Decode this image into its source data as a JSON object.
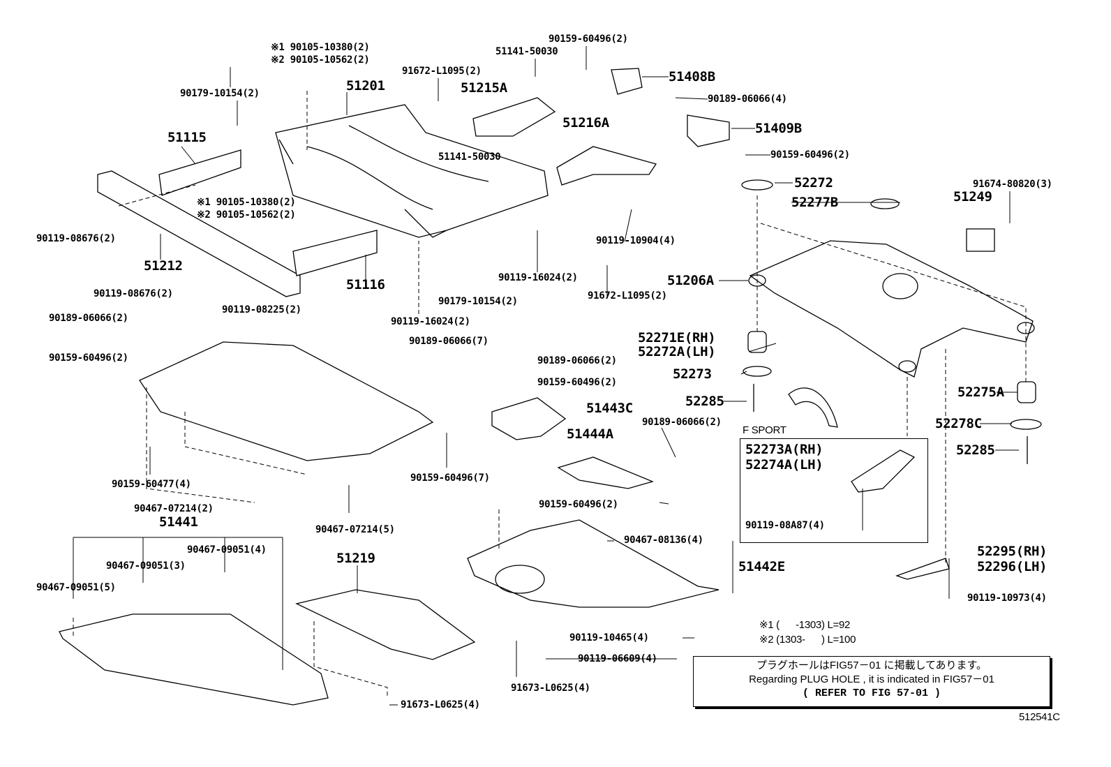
{
  "diagram_id": "512541C",
  "labels": [
    "※1 90105-10380(2)",
    "※2 90105-10562(2)",
    "51141-50030",
    "90159-60496(2)",
    "91672-L1095(2)",
    "51201",
    "51215A",
    "51408B",
    "90179-10154(2)",
    "90189-06066(4)",
    "51115",
    "51216A",
    "51409B",
    "51141-50030",
    "90159-60496(2)",
    "52272",
    "91674-80820(3)",
    "52277B",
    "51249",
    "※1 90105-10380(2)",
    "※2 90105-10562(2)",
    "90119-08676(2)",
    "90119-10904(4)",
    "51212",
    "51206A",
    "90119-16024(2)",
    "51116",
    "90119-08676(2)",
    "91672-L1095(2)",
    "90119-08225(2)",
    "90179-10154(2)",
    "90189-06066(2)",
    "90119-16024(2)",
    "52271E(RH)",
    "52272A(LH)",
    "90159-60496(2)",
    "90189-06066(7)",
    "90189-06066(2)",
    "52273",
    "90159-60496(2)",
    "51443C",
    "52275A",
    "52285",
    "F SPORT",
    "90189-06066(2)",
    "52278C",
    "51444A",
    "52273A(RH)",
    "52274A(LH)",
    "52285",
    "90159-60477(4)",
    "90159-60496(7)",
    "90467-07214(2)",
    "90159-60496(2)",
    "51441",
    "90467-07214(5)",
    "90119-08A87(4)",
    "90467-08136(4)",
    "90467-09051(4)",
    "52295(RH)",
    "51219",
    "90467-09051(3)",
    "51442E",
    "52296(LH)",
    "90467-09051(5)",
    "90119-10973(4)",
    "※1 (      -1303) L=92",
    "90119-10465(4)",
    "※2 (1303-      ) L=100",
    "90119-06609(4)",
    "91673-L0625(4)",
    "91673-L0625(4)",
    "512541C"
  ],
  "notice": {
    "line_ja": "プラグホールはFIG57－01 に掲載してあります。",
    "line_en": "Regarding  PLUG HOLE , it is indicated in FIG57－01",
    "line_ref": "(  REFER TO FIG 57-01  )"
  }
}
